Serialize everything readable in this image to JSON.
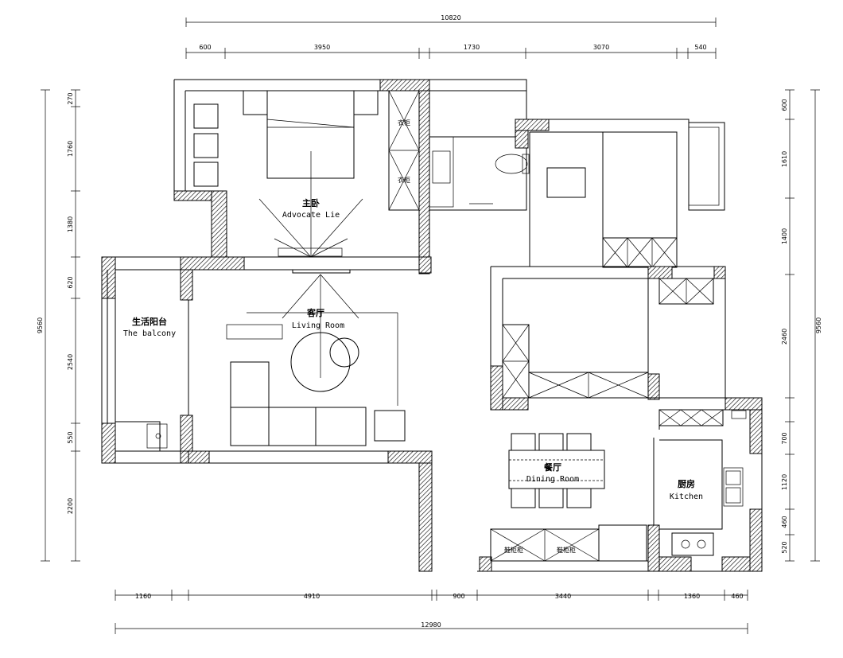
{
  "dimensions": {
    "top_total": "10820",
    "top_segments": [
      "600",
      "3950",
      "1730",
      "3070",
      "540"
    ],
    "bottom_total": "12980",
    "bottom_segments": [
      "1160",
      "4910",
      "900",
      "3440",
      "1360",
      "460"
    ],
    "left_total": "9560",
    "left_segments": [
      "270",
      "1760",
      "1380",
      "620",
      "2540",
      "550",
      "2200"
    ],
    "right_total": "9560",
    "right_segments": [
      "600",
      "1610",
      "1400",
      "2460",
      "700",
      "1120",
      "460",
      "520"
    ]
  },
  "rooms": {
    "master_bedroom": {
      "cn": "主卧",
      "en": "Advocate Lie"
    },
    "living_room": {
      "cn": "客厅",
      "en": "Living Room"
    },
    "balcony": {
      "cn": "生活阳台",
      "en": "The balcony"
    },
    "dining_room": {
      "cn": "餐厅",
      "en": "Dining Room"
    },
    "kitchen": {
      "cn": "厨房",
      "en": "Kitchen"
    }
  },
  "labels": {
    "wardrobe_1": "衣柜",
    "wardrobe_2": "衣柜",
    "cabinet_1": "鞋柜柜",
    "cabinet_2": "鞋柜柜"
  }
}
